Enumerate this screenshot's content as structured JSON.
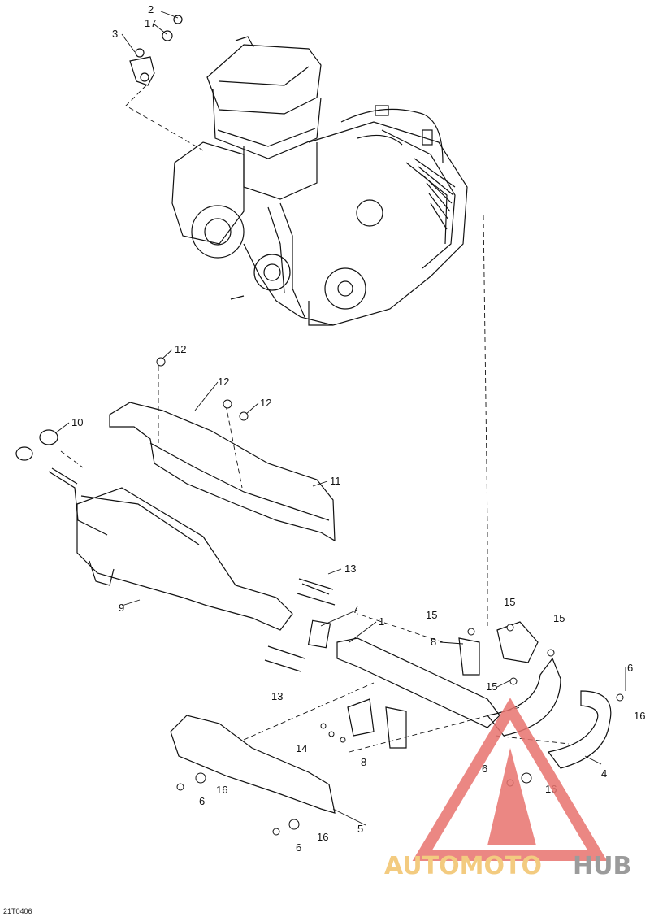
{
  "figure_ref": "21T0406",
  "watermark": {
    "text_left": "AUTOMOTO",
    "text_right": "HUB",
    "color_left": "#f2c36b",
    "color_right": "#8a8a8a",
    "triangle_color": "#e8736e"
  },
  "callouts": {
    "c2": "2",
    "c17": "17",
    "c3": "3",
    "c12a": "12",
    "c12b": "12",
    "c12c": "12",
    "c10": "10",
    "c11": "11",
    "c13a": "13",
    "c13b": "13",
    "c9": "9",
    "c7": "7",
    "c1": "1",
    "c15a": "15",
    "c15b": "15",
    "c15c": "15",
    "c15d": "15",
    "c8a": "8",
    "c8b": "8",
    "c14": "14",
    "c6a": "6",
    "c6b": "6",
    "c6c": "6",
    "c6d": "6",
    "c16a": "16",
    "c16b": "16",
    "c16c": "16",
    "c16d": "16",
    "c4": "4",
    "c5": "5"
  }
}
